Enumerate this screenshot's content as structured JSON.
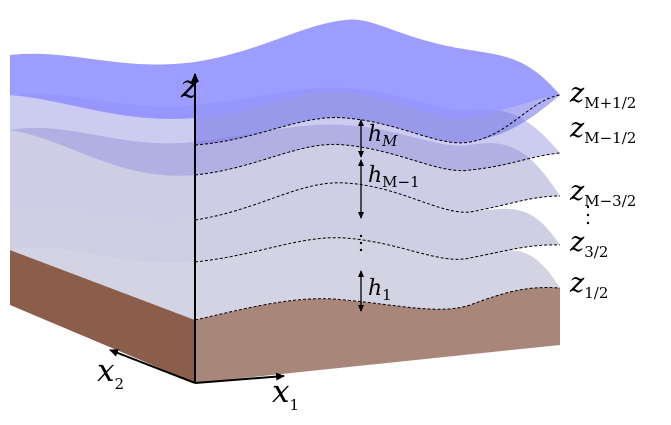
{
  "axes": {
    "z": {
      "base": "z",
      "sub": ""
    },
    "x1": {
      "base": "x",
      "sub": "1"
    },
    "x2": {
      "base": "x",
      "sub": "2"
    }
  },
  "interfaces": [
    {
      "base": "z",
      "sub": "M+1/2"
    },
    {
      "base": "z",
      "sub": "M−1/2"
    },
    {
      "base": "z",
      "sub": "M−3/2"
    },
    {
      "base": "z",
      "sub": "3/2"
    },
    {
      "base": "z",
      "sub": "1/2"
    }
  ],
  "thickness_labels": [
    {
      "base": "h",
      "sub": "M"
    },
    {
      "base": "h",
      "sub": "M−1"
    },
    {
      "base": "h",
      "sub": "1"
    }
  ],
  "colors": {
    "layer_fill": "#7f7fe0",
    "top_layer_fill": "#8c8cff",
    "bottom_layer_fill": "#c8c8dc",
    "ground_left": "#8b5e4c",
    "ground_front": "#a8877a",
    "outline": "#000000"
  }
}
